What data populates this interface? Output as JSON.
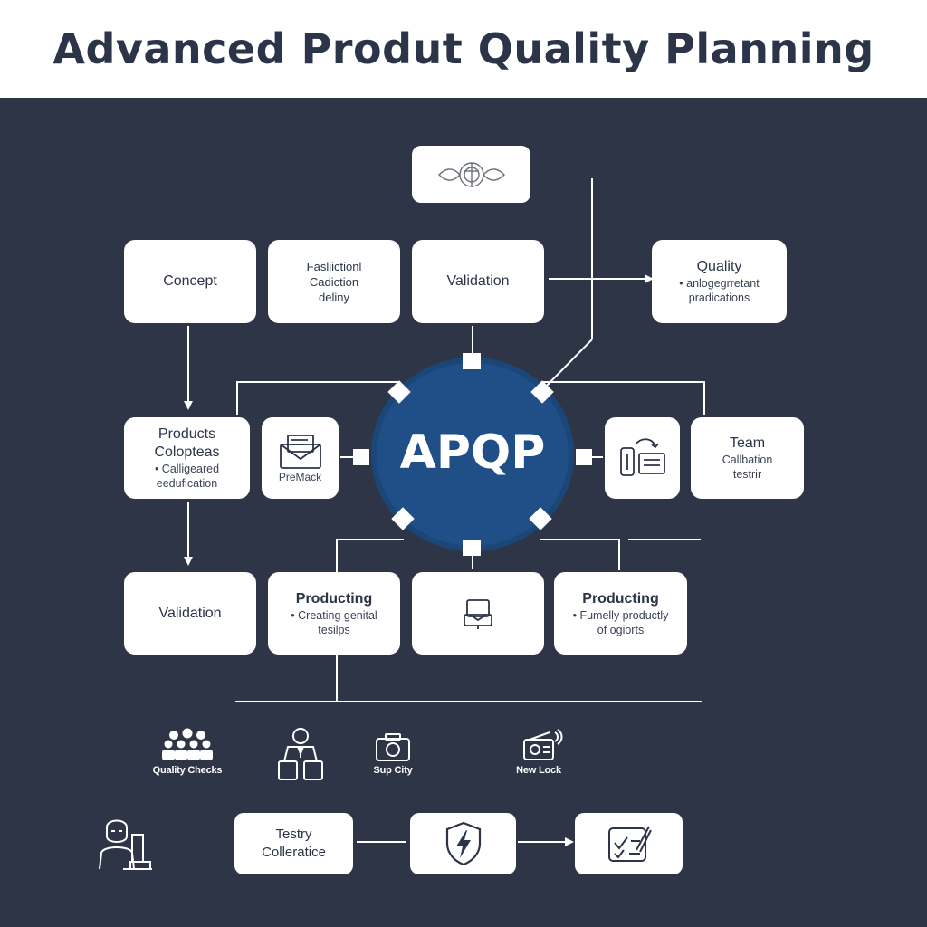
{
  "title": "Advanced Produt Quality Planning",
  "hub": {
    "label": "APQP"
  },
  "boxes": {
    "concept": {
      "title": "Concept"
    },
    "feasibility": {
      "lines": [
        "Fasliictionl",
        "Cadiction",
        "deliny"
      ]
    },
    "validation_top": {
      "title": "Validation"
    },
    "quality": {
      "title": "Quality",
      "lines": [
        "• anlogegrretant",
        "pradications"
      ]
    },
    "products": {
      "title": "Products",
      "lines": [
        "Colopteas",
        "• Calligeared",
        "eedufication"
      ]
    },
    "premack": {
      "label": "PreMack"
    },
    "team": {
      "title": "Team",
      "lines": [
        "Callbation",
        "testrir"
      ]
    },
    "validation_bottom": {
      "title": "Validation"
    },
    "producing_left": {
      "title": "Producting",
      "lines": [
        "• Creating genital",
        "tesilps"
      ]
    },
    "producing_right": {
      "title": "Producting",
      "lines": [
        "• Fumelly productly",
        "of ogiorts"
      ]
    },
    "testry": {
      "lines": [
        "Testry",
        "Colleratice"
      ]
    }
  },
  "bottom_icons": [
    {
      "icon": "team-group-icon",
      "label": "Quality Checks"
    },
    {
      "icon": "worker-icon",
      "label": ""
    },
    {
      "icon": "camera-icon",
      "label": "Sup City"
    },
    {
      "icon": "radio-icon",
      "label": "New Lock"
    }
  ],
  "icons": {
    "emblem": "emblem-icon",
    "mail": "mail-icon",
    "clipboard": "clipboard-icon",
    "presentation": "presentation-icon",
    "person": "person-icon",
    "shield": "shield-lightning-icon",
    "checklist": "checklist-icon"
  },
  "colors": {
    "background": "#2e3547",
    "hub": "#1f4f86",
    "box": "#ffffff",
    "title": "#2b3448"
  }
}
